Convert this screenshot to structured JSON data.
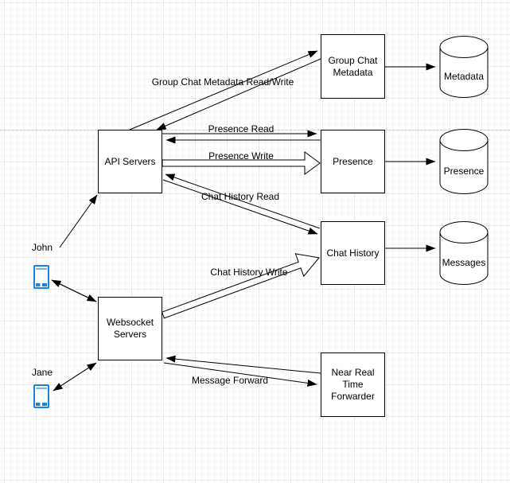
{
  "diagram": {
    "nodes": {
      "api_servers": {
        "label": "API Servers"
      },
      "websocket_servers": {
        "label": "Websocket Servers"
      },
      "group_chat_metadata": {
        "label": "Group Chat Metadata"
      },
      "presence": {
        "label": "Presence"
      },
      "chat_history": {
        "label": "Chat History"
      },
      "nrt_forwarder": {
        "label": "Near Real Time Forwarder"
      }
    },
    "databases": {
      "metadata": {
        "label": "Metadata"
      },
      "presence": {
        "label": "Presence"
      },
      "messages": {
        "label": "Messages"
      }
    },
    "actors": {
      "john": {
        "label": "John"
      },
      "jane": {
        "label": "Jane"
      }
    },
    "edge_labels": {
      "group_chat_metadata_rw": "Group Chat Metadata Read/Write",
      "presence_read": "Presence Read",
      "presence_write": "Presence Write",
      "chat_history_read": "Chat History Read",
      "chat_history_write": "Chat History Write",
      "message_forward": "Message Forward"
    },
    "colors": {
      "stroke": "#000000",
      "phone_blue": "#1683ea",
      "grid_minor": "#f6f6f6",
      "grid_major": "#e7e7e7",
      "page_divider": "#c9c9c9"
    }
  }
}
